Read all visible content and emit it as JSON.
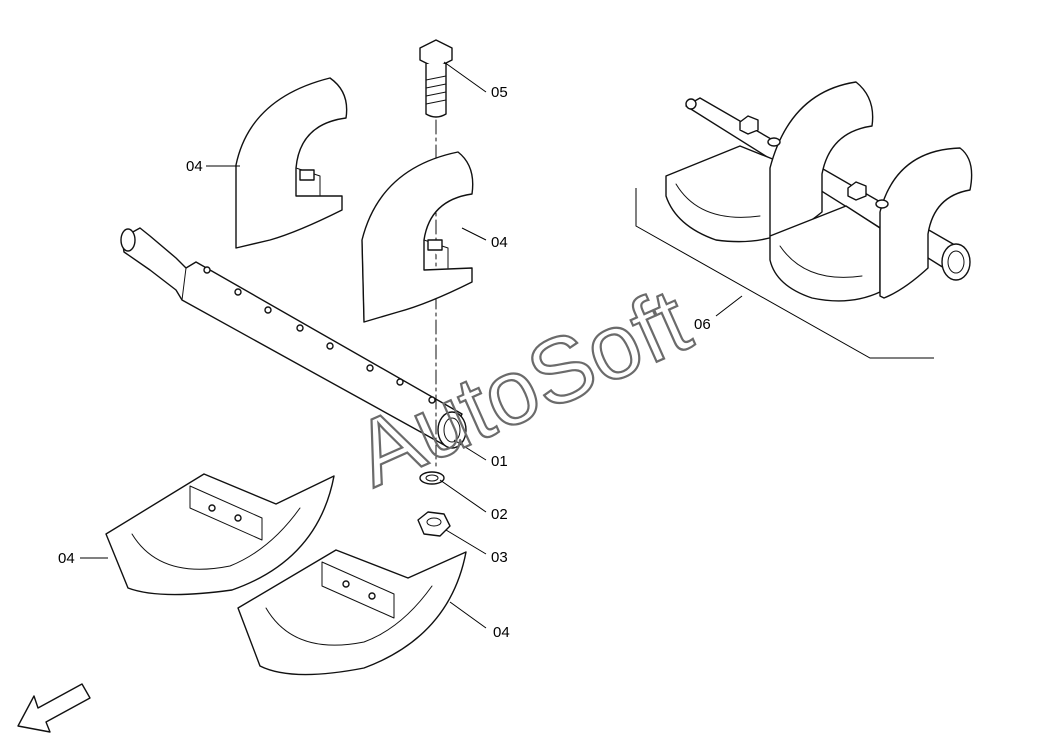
{
  "watermark": "AutoSoft",
  "callouts": {
    "part_01": "01",
    "part_02": "02",
    "part_03": "03",
    "part_04_top_left": "04",
    "part_04_top_center": "04",
    "part_04_bottom_left": "04",
    "part_04_bottom_center": "04",
    "part_05": "05",
    "part_06": "06"
  },
  "colors": {
    "line": "#111111",
    "background": "#ffffff",
    "watermark": "#6b6b6b"
  }
}
